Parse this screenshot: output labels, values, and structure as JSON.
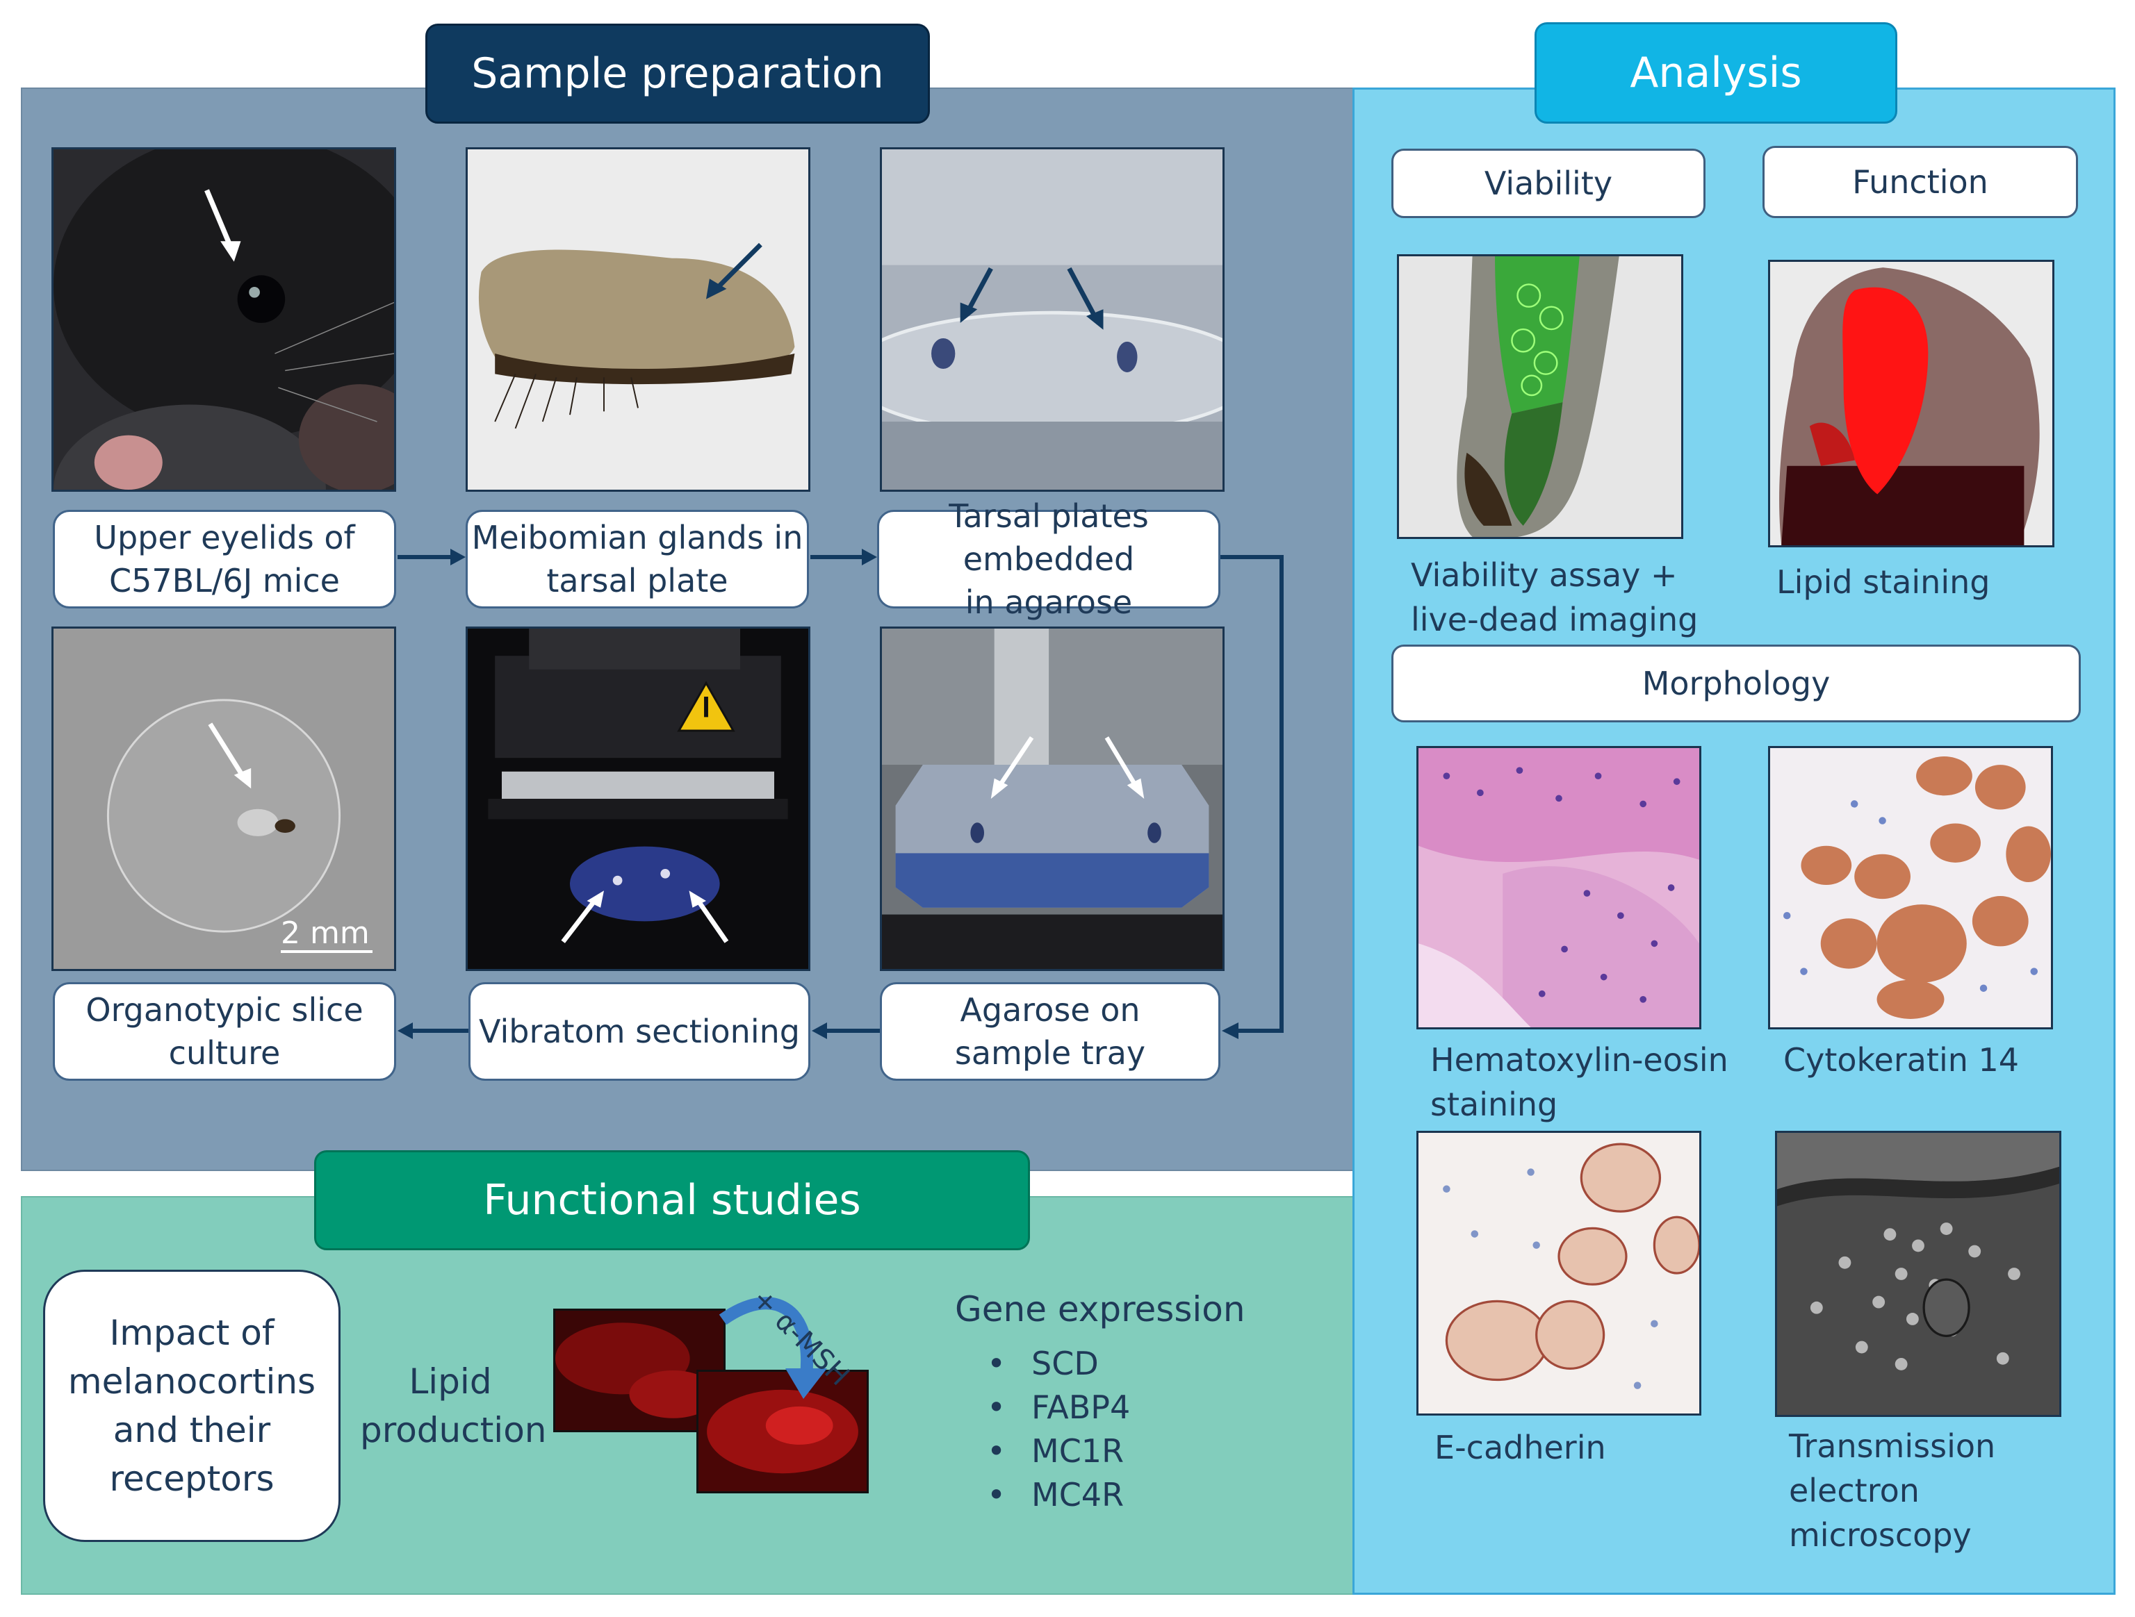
{
  "headers": {
    "sample_preparation": "Sample preparation",
    "analysis": "Analysis",
    "functional_studies": "Functional studies"
  },
  "prep_steps": {
    "step1": [
      "Upper eyelids of",
      "C57BL/6J mice"
    ],
    "step2": [
      "Meibomian glands in",
      "tarsal plate"
    ],
    "step3": [
      "Tarsal plates embedded",
      "in agarose"
    ],
    "step4": [
      "Agarose on",
      "sample tray"
    ],
    "step5": [
      "Vibratom sectioning"
    ],
    "step6": [
      "Organotypic slice",
      "culture"
    ]
  },
  "scale_bar": "2 mm",
  "analysis": {
    "viability_label": "Viability",
    "function_label": "Function",
    "morphology_label": "Morphology",
    "captions": {
      "viability": [
        "Viability assay +",
        "live-dead imaging"
      ],
      "lipid": [
        "Lipid staining"
      ],
      "he": [
        "Hematoxylin-eosin",
        "staining"
      ],
      "ck14": [
        "Cytokeratin 14"
      ],
      "ecad": [
        "E-cadherin"
      ],
      "tem": [
        "Transmission",
        "electron",
        "microscopy"
      ]
    }
  },
  "functional": {
    "impact": [
      "Impact of",
      "melanocortins",
      "and their",
      "receptors"
    ],
    "lipid_production": [
      "Lipid",
      "production"
    ],
    "treatment": "+ α-MSH",
    "gene_expression_title": "Gene expression",
    "genes": [
      "SCD",
      "FABP4",
      "MC1R",
      "MC4R"
    ]
  },
  "colors": {
    "prep_header": "#0f3a5f",
    "analysis_header": "#11b5e5",
    "functional_header": "#009873",
    "prep_panel": "#7f9bb4",
    "analysis_panel": "#7ed4f0",
    "functional_panel": "#82cdbc",
    "text": "#1f3a58"
  }
}
